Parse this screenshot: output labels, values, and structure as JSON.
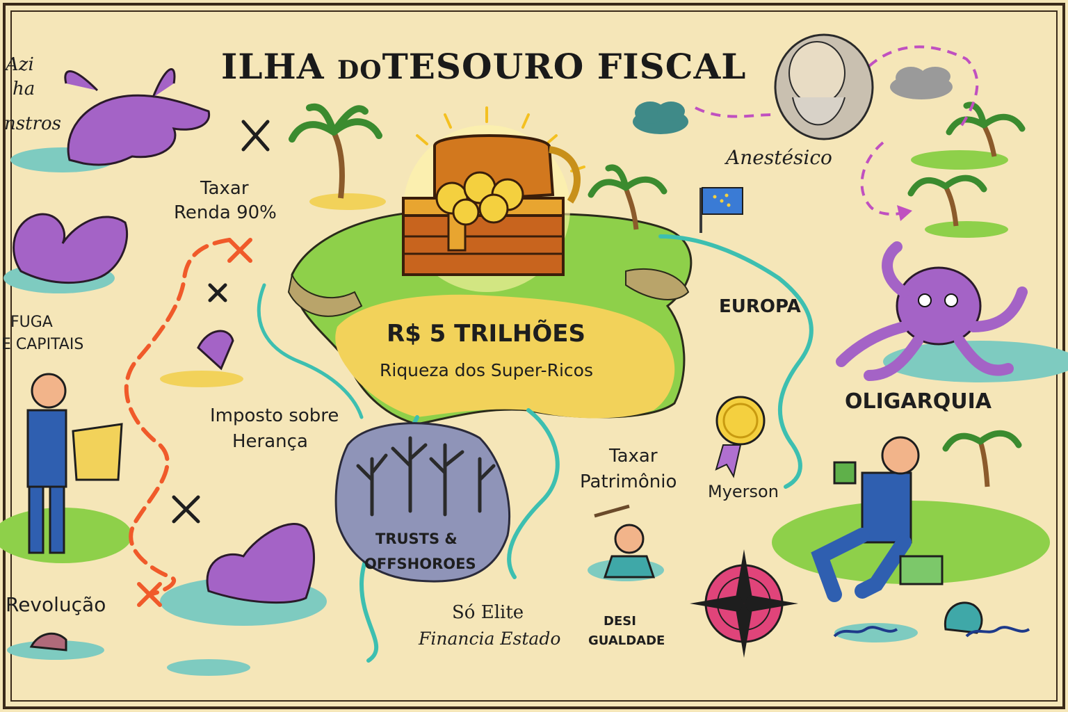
{
  "title": {
    "part1": "ILHA",
    "part2": "DO",
    "part3": "TESOURO FISCAL"
  },
  "treasure": {
    "amount": "R$ 5 TRILHÕES",
    "subtitle": "Riqueza dos Super-Ricos"
  },
  "labels": {
    "monsters_1": "Azi",
    "monsters_2": "ha",
    "monsters_3": "nstros",
    "taxar_renda_1": "Taxar",
    "taxar_renda_2": "Renda 90%",
    "fuga_1": "FUGA",
    "fuga_2": "E CAPITAIS",
    "heranca_1": "Imposto sobre",
    "heranca_2": "Herança",
    "revolucao": "Revolução",
    "trusts_1": "TRUSTS &",
    "trusts_2": "OFFSHOROES",
    "so_elite_1": "Só Elite",
    "so_elite_2": "Financia Estado",
    "desigualdade_1": "DESI",
    "desigualdade_2": "GUALDADE",
    "patrimonio_1": "Taxar",
    "patrimonio_2": "Patrimônio",
    "myerson": "Myerson",
    "europa": "EUROPA",
    "oligarquia": "OLIGARQUIA",
    "anestesico": "Anestésico"
  },
  "colors": {
    "parchment": "#f5e6b8",
    "water": "#7ecbc0",
    "grass": "#8ed04a",
    "sand": "#f2d25a",
    "monster": "#a463c6",
    "path_red": "#f05a2a",
    "river": "#3dbfb0",
    "compass": "#e0447a",
    "gold": "#f4d03f"
  },
  "icons": [
    "x-mark-icon",
    "palm-tree-icon",
    "treasure-chest-icon",
    "gold-coin-icon",
    "flag-icon",
    "cloud-icon",
    "compass-rose-icon",
    "sea-monster-icon",
    "octopus-icon",
    "medal-icon"
  ]
}
